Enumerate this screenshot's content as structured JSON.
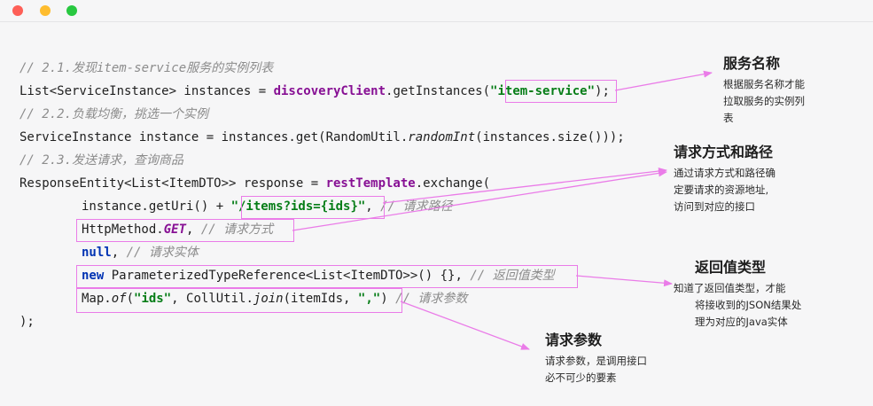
{
  "window": {
    "controls": [
      "close-button",
      "minimize-button",
      "maximize-button"
    ]
  },
  "code": {
    "c1": "// 2.1.发现item-service服务的实例列表",
    "l2": {
      "a": "List<ServiceInstance> instances = ",
      "b": "discoveryClient",
      "c": ".getInstances(",
      "d": "\"item-service\"",
      "e": ");"
    },
    "c3": "// 2.2.负载均衡，挑选一个实例",
    "l4": {
      "a": "ServiceInstance instance = instances.get(RandomUtil.",
      "b": "randomInt",
      "c": "(instances.size()));"
    },
    "c5": "// 2.3.发送请求，查询商品",
    "l6": {
      "a": "ResponseEntity<List<ItemDTO>> response = ",
      "b": "restTemplate",
      "c": ".exchange("
    },
    "l7": {
      "a": "instance.getUri() + ",
      "b": "\"/items?ids={ids}\"",
      "c": ", ",
      "d": "// 请求路径"
    },
    "l8": {
      "a": "HttpMethod.",
      "b": "GET",
      "c": ", ",
      "d": "// 请求方式"
    },
    "l9": {
      "a": "null",
      "b": ", ",
      "c": "// 请求实体"
    },
    "l10": {
      "a": "new",
      "b": " ParameterizedTypeReference<List<ItemDTO>>() {}, ",
      "c": "// 返回值类型"
    },
    "l11": {
      "a": "Map.",
      "b": "of",
      "c": "(",
      "d": "\"ids\"",
      "e": ", CollUtil.",
      "f": "join",
      "g": "(itemIds, ",
      "h": "\",\"",
      "i": ")",
      "j": " // 请求参数"
    },
    "l12": ");"
  },
  "annotations": {
    "service_name": {
      "title": "服务名称",
      "lines": [
        "根据服务名称才能",
        "拉取服务的实例列",
        "表"
      ]
    },
    "method_path": {
      "title": "请求方式和路径",
      "lines": [
        "通过请求方式和路径确",
        "定要请求的资源地址,",
        "访问到对应的接口"
      ]
    },
    "return_type": {
      "title": "返回值类型",
      "lines": [
        "知道了返回值类型，才能",
        "将接收到的JSON结果处",
        "理为对应的Java实体"
      ]
    },
    "params": {
      "title": "请求参数",
      "lines": [
        "请求参数，是调用接口",
        "必不可少的要素"
      ]
    }
  },
  "colors": {
    "highlight": "#ea7ce8",
    "keyword": "#0033b3",
    "string": "#067d17",
    "field": "#871094",
    "comment": "#8c8c8c"
  }
}
